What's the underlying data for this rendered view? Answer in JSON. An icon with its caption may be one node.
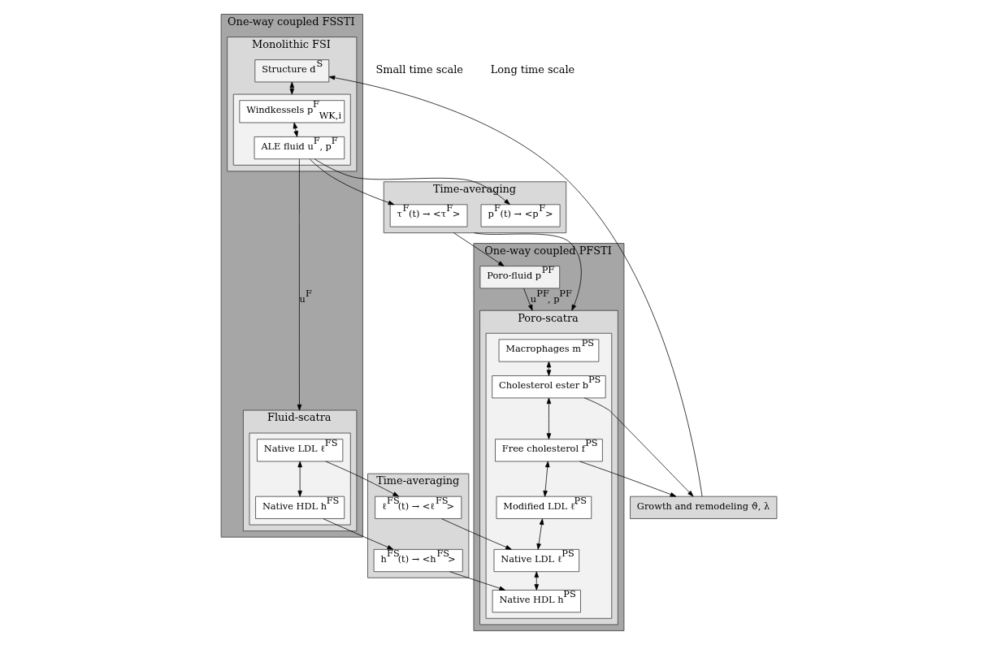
{
  "diagram": {
    "nodes": [
      {
        "text": [
          "One-way coupled FSSTI"
        ]
      },
      {
        "text": [
          "Monolithic FSI"
        ],
        "in": 0
      },
      {
        "text": [
          "Structure d$^{S}$"
        ],
        "in": 1
      },
      {
        "text": [],
        "shape": "box",
        "in": 1
      },
      {
        "text": [
          "Windkessels p$^{F}$$_{WK,i}$"
        ],
        "in": 3
      },
      {
        "text": [
          "ALE fluid u$^{F}$, p$^{F}$"
        ],
        "in": 3
      },
      {
        "text": [
          "Fluid-scatra"
        ],
        "in": 0
      },
      {
        "text": [],
        "shape": "box",
        "in": 6
      },
      {
        "text": [
          "Native LDL ℓ$^{FS}$"
        ],
        "in": 7
      },
      {
        "text": [
          "Native HDL h$^{FS}$"
        ],
        "in": 7
      },
      {
        "text": [
          "Time-averaging"
        ]
      },
      {
        "text": [
          "τ$^{F}$(t) → <τ$^{F}$>"
        ],
        "in": 10
      },
      {
        "text": [
          "p$^{F}$(t) → <p$^{F}$>"
        ],
        "in": 10
      },
      {
        "text": [
          "Time-averaging"
        ]
      },
      {
        "text": [
          "ℓ$^{FS}$(t) → <ℓ$^{FS}$>"
        ],
        "in": 13
      },
      {
        "text": [
          "h$^{FS}$(t) → <h$^{FS}$>"
        ],
        "in": 13
      },
      {
        "text": [
          "One-way coupled PFSTI"
        ]
      },
      {
        "text": [
          "Poro-fluid p$^{PF}$"
        ],
        "in": 16
      },
      {
        "text": [
          "Poro-scatra"
        ],
        "in": 16
      },
      {
        "text": [],
        "shape": "box",
        "in": 18
      },
      {
        "text": [
          "Macrophages m$^{PS}$"
        ],
        "in": 19
      },
      {
        "text": [
          "Cholesterol ester b$^{PS}$"
        ],
        "in": 19
      },
      {
        "text": [
          "Free cholesterol f$^{PS}$"
        ],
        "in": 19
      },
      {
        "text": [
          "Modified LDL ℓ̃$^{PS}$"
        ],
        "in": 19
      },
      {
        "text": [
          "Native LDL ℓ$^{PS}$"
        ],
        "in": 19
      },
      {
        "text": [
          "Native HDL h$^{PS}$"
        ],
        "in": 19
      },
      {
        "text": [
          "Growth and remodeling ϑ, λ"
        ]
      }
    ],
    "edges": [
      {
        "from": 26,
        "to": 2,
        "arrow": "to"
      },
      {
        "from": 2,
        "to": 3,
        "arrow": "both"
      },
      {
        "from": 4,
        "to": 5,
        "arrow": "both"
      },
      {
        "from": 5,
        "to": 11,
        "arrow": "to"
      },
      {
        "from": 5,
        "to": 12,
        "arrow": "to"
      },
      {
        "from": 5,
        "to": 6,
        "arrow": "to",
        "label": "u$^{F}$"
      },
      {
        "from": 8,
        "to": 9,
        "arrow": "both"
      },
      {
        "from": 10,
        "to": 17,
        "arrow": "to"
      },
      {
        "from": 10,
        "to": 18,
        "arrow": "to"
      },
      {
        "from": 17,
        "to": 18,
        "arrow": "to",
        "label": "u$^{PF}$, p$^{PF}$"
      },
      {
        "from": 8,
        "to": 14,
        "arrow": "to"
      },
      {
        "from": 9,
        "to": 15,
        "arrow": "to"
      },
      {
        "from": 14,
        "to": 24,
        "arrow": "to"
      },
      {
        "from": 15,
        "to": 25,
        "arrow": "to"
      },
      {
        "from": 20,
        "to": 21,
        "arrow": "both"
      },
      {
        "from": 21,
        "to": 22,
        "arrow": "both"
      },
      {
        "from": 22,
        "to": 23,
        "arrow": "both"
      },
      {
        "from": 23,
        "to": 24,
        "arrow": "both"
      },
      {
        "from": 24,
        "to": 25,
        "arrow": "both"
      },
      {
        "from": 21,
        "to": 26,
        "arrow": "to"
      },
      {
        "from": 22,
        "to": 26,
        "arrow": "to"
      }
    ],
    "labels": [
      "Small time scale",
      "Long time scale"
    ]
  }
}
